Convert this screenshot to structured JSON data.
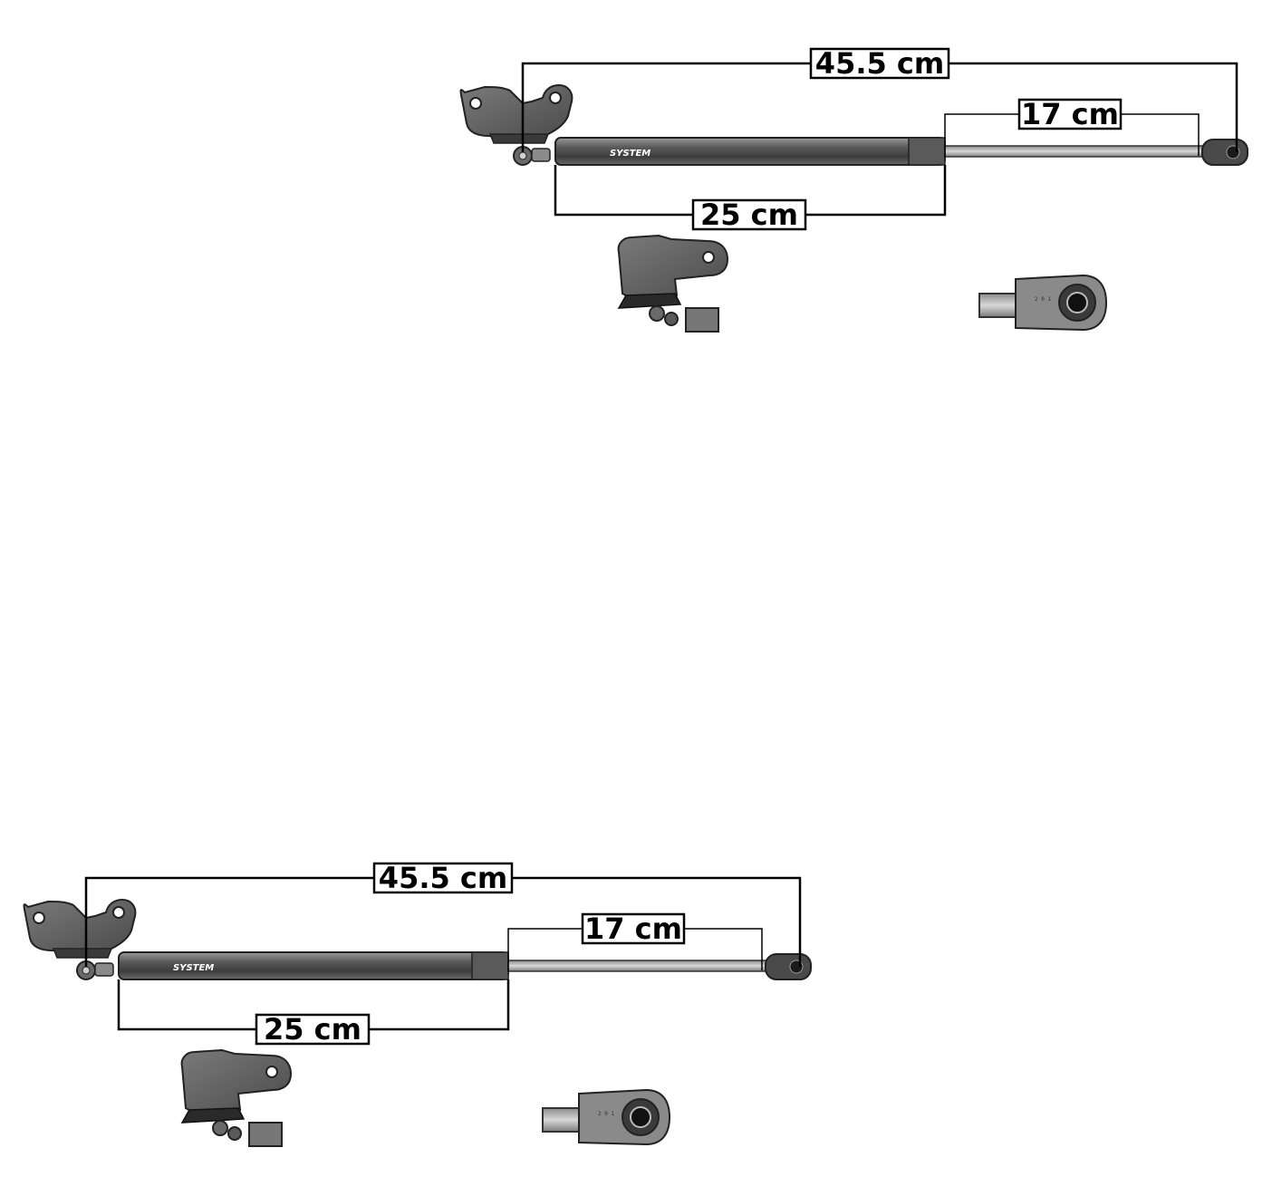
{
  "figure": {
    "assemblies": [
      {
        "dimensions": {
          "total": "45.5 cm",
          "rod": "17 cm",
          "body": "25 cm"
        },
        "brand_mark": "SYSTEM"
      },
      {
        "dimensions": {
          "total": "45.5 cm",
          "rod": "17 cm",
          "body": "25 cm"
        },
        "brand_mark": "SYSTEM"
      }
    ],
    "colors": {
      "metal_dark": "#4a4a4a",
      "metal_mid": "#6e6e6e",
      "metal_light": "#bdbdbd",
      "line": "#000000",
      "background": "#ffffff"
    },
    "icons": [
      "gas-strut-icon",
      "mounting-bracket-icon",
      "ball-socket-end-icon"
    ]
  }
}
